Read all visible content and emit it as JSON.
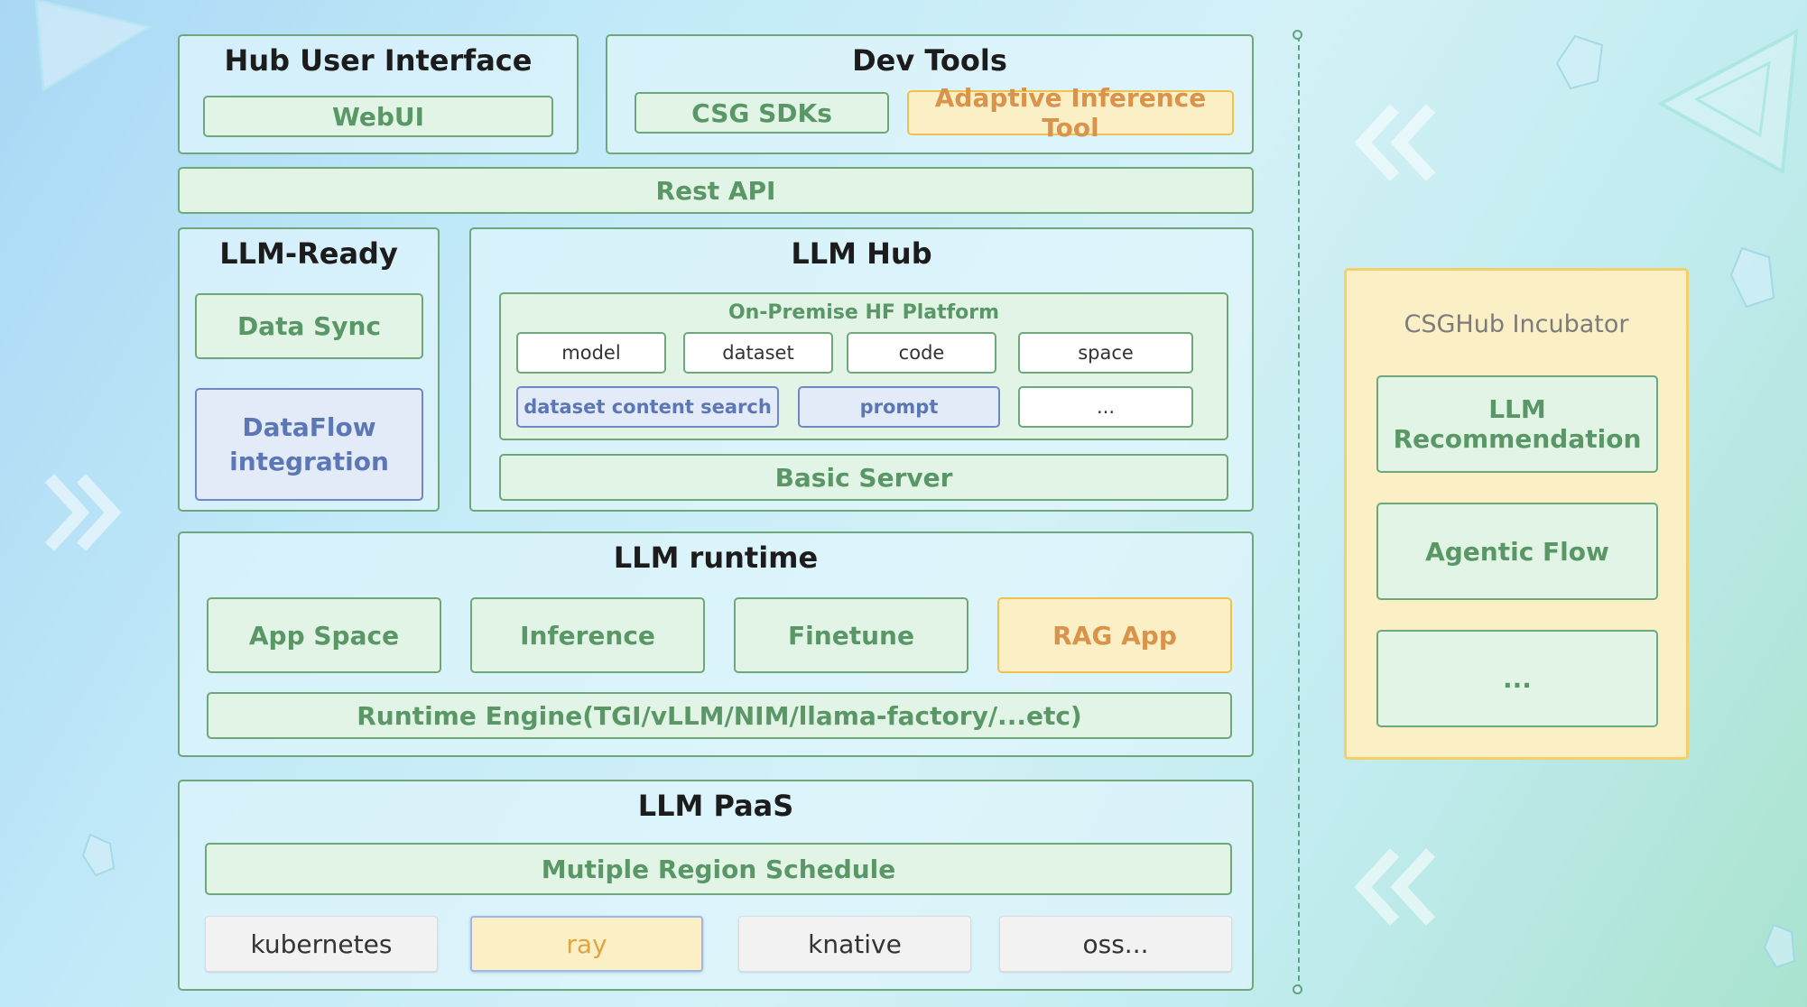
{
  "hub_user_interface": {
    "title": "Hub User Interface",
    "webui": "WebUI"
  },
  "dev_tools": {
    "title": "Dev Tools",
    "csg_sdks": "CSG SDKs",
    "adaptive_inference_tool": "Adaptive Inference Tool"
  },
  "rest_api": "Rest API",
  "llm_ready": {
    "title": "LLM-Ready",
    "data_sync": "Data Sync",
    "dataflow_integration": "DataFlow integration"
  },
  "llm_hub": {
    "title": "LLM Hub",
    "platform": {
      "title": "On-Premise HF Platform",
      "items": [
        "model",
        "dataset",
        "code",
        "space"
      ],
      "dataset_content_search": "dataset content search",
      "prompt": "prompt",
      "more": "..."
    },
    "basic_server": "Basic Server"
  },
  "llm_runtime": {
    "title": "LLM runtime",
    "app_space": "App Space",
    "inference": "Inference",
    "finetune": "Finetune",
    "rag_app": "RAG App",
    "engine": "Runtime Engine(TGI/vLLM/NIM/llama-factory/...etc)"
  },
  "llm_paas": {
    "title": "LLM PaaS",
    "schedule": "Mutiple Region Schedule",
    "items": [
      "kubernetes",
      "ray",
      "knative",
      "oss..."
    ]
  },
  "incubator": {
    "title": "CSGHub Incubator",
    "items": [
      "LLM Recommendation",
      "Agentic Flow",
      "..."
    ]
  },
  "colors": {
    "green_border": "#6ea87a",
    "green_fill": "#e1f4e5",
    "orange_text": "#d9934b",
    "yellow_border": "#f0c14e",
    "blue_border": "#6f88c4"
  }
}
